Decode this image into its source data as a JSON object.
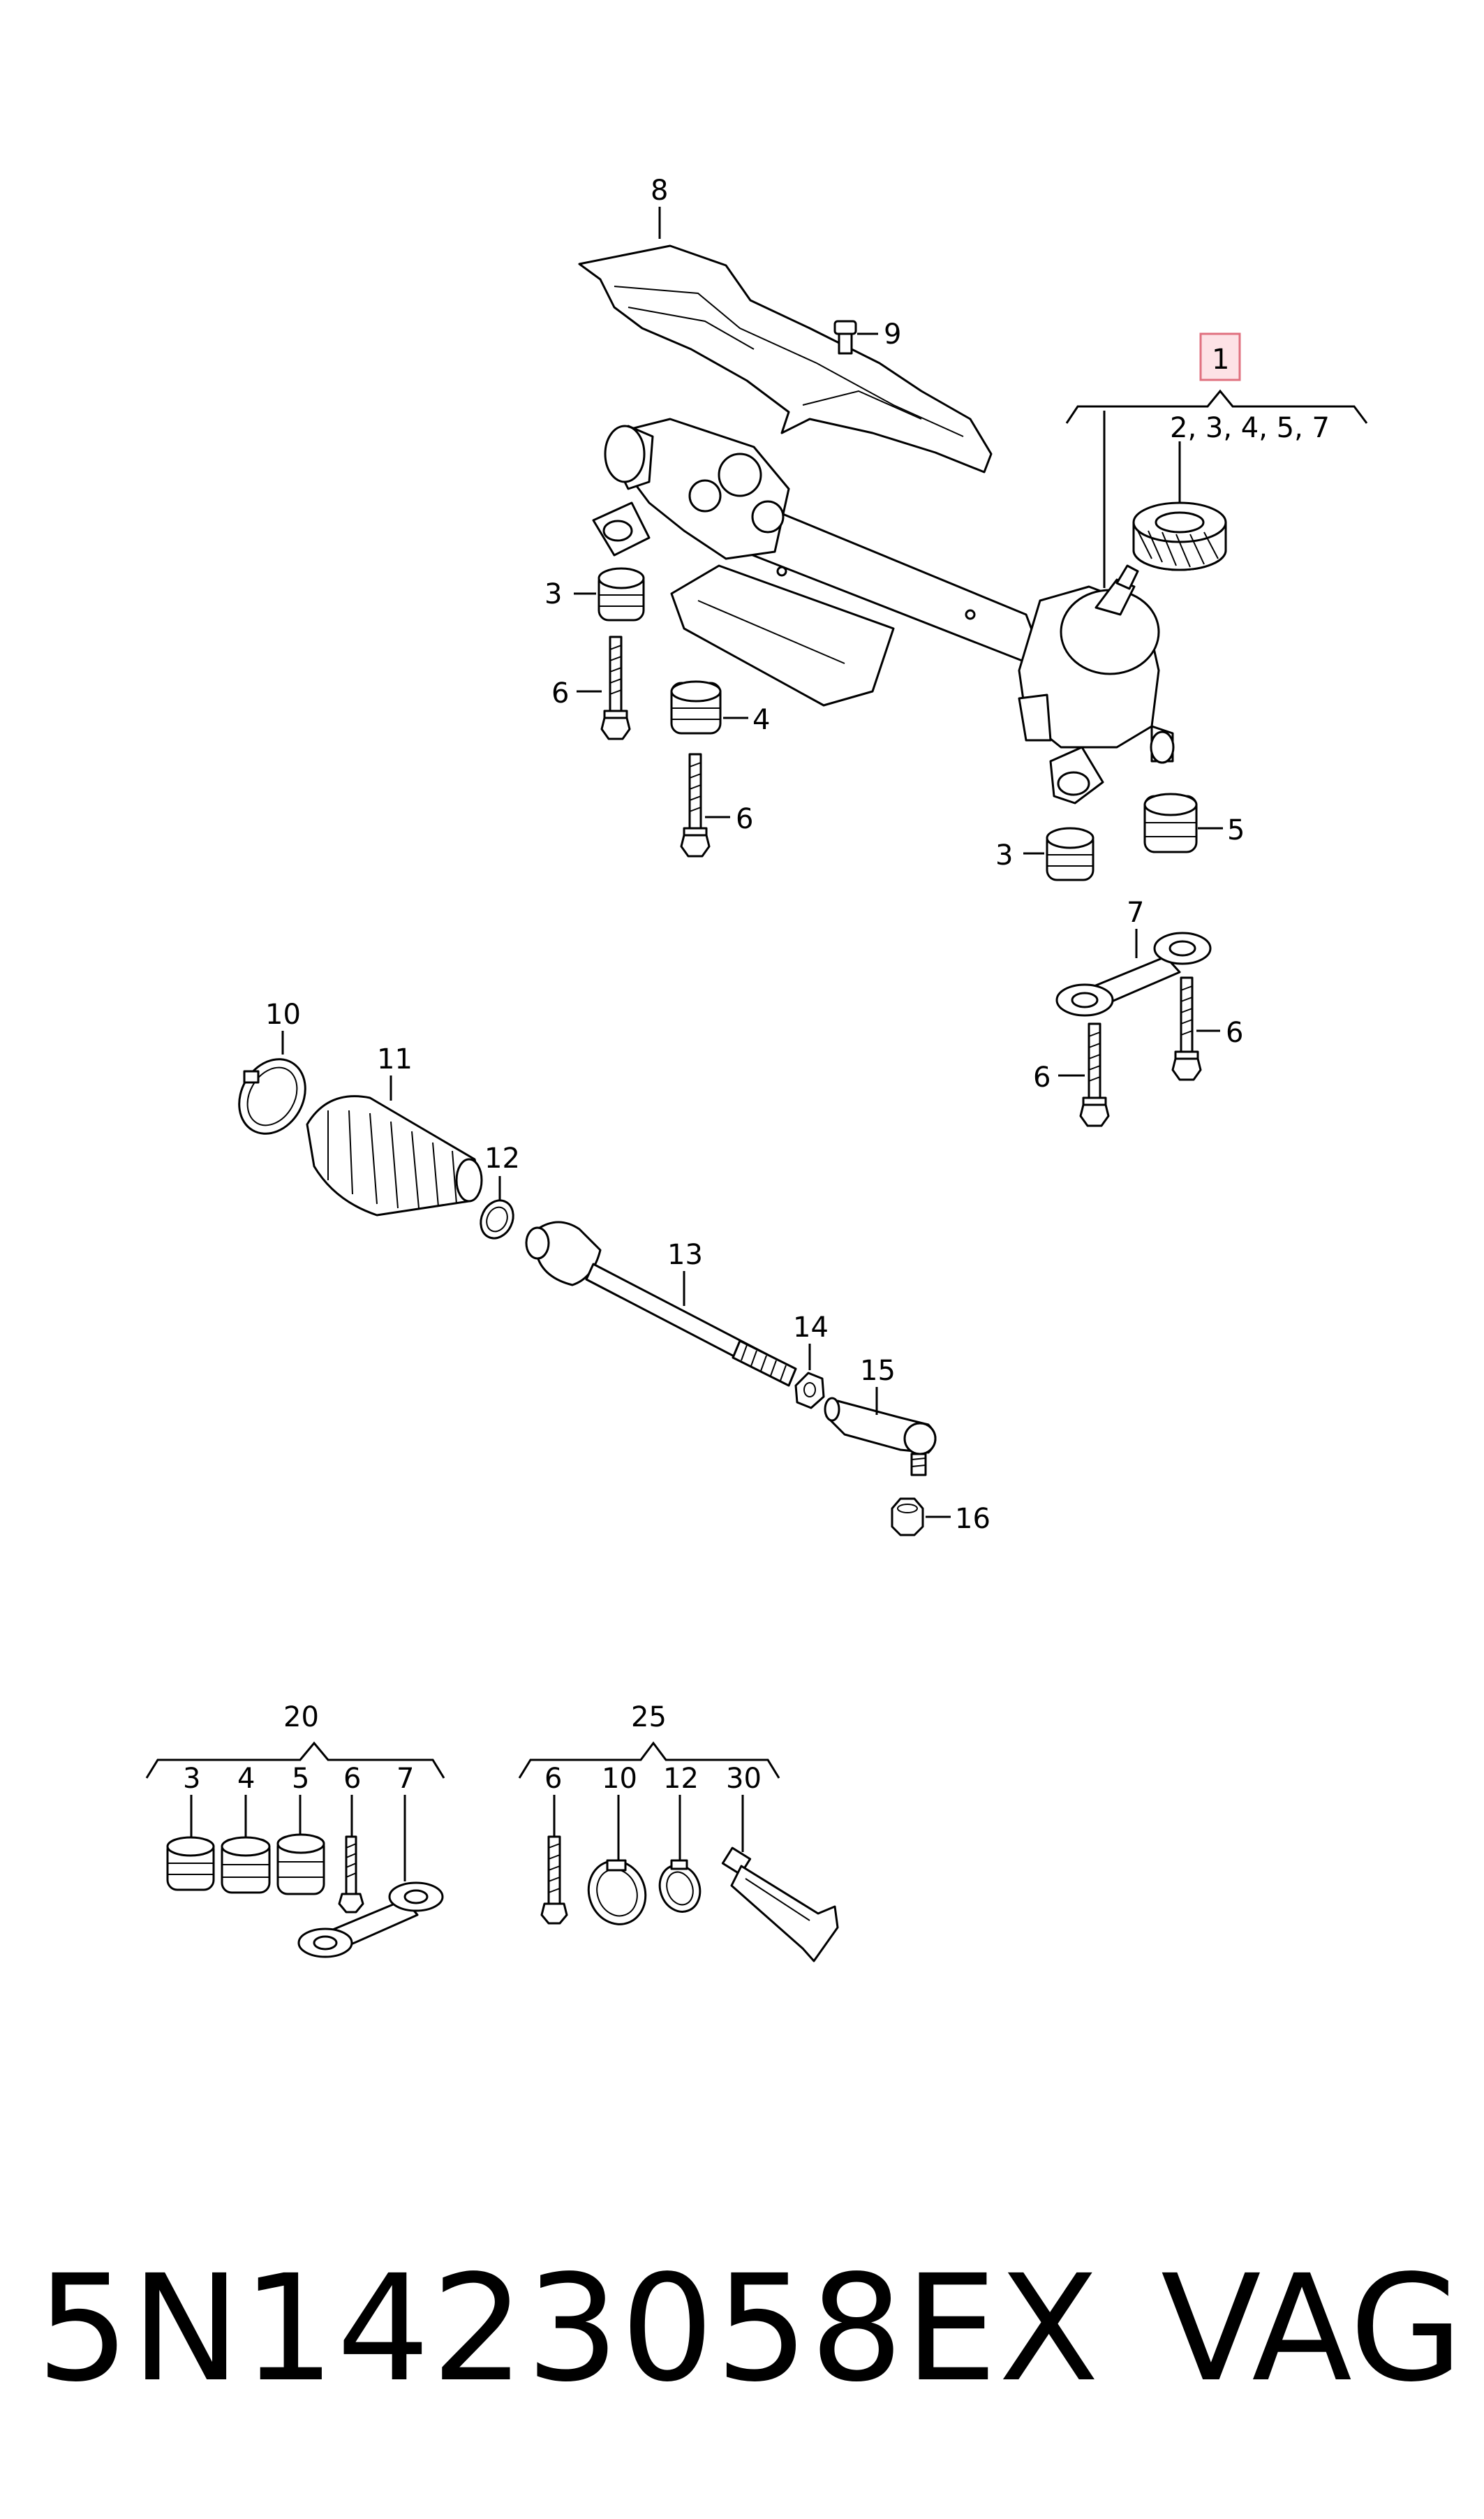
{
  "diagram": {
    "callouts": {
      "c1": "1",
      "c8": "8",
      "c9": "9",
      "c3a": "3",
      "c3b": "3",
      "c4": "4",
      "c5": "5",
      "c6a": "6",
      "c6b": "6",
      "c6c": "6",
      "c6d": "6",
      "c7": "7",
      "c10": "10",
      "c11": "11",
      "c12": "12",
      "c13": "13",
      "c14": "14",
      "c15": "15",
      "c16": "16"
    },
    "group_1_contents": "2, 3, 4, 5, 7",
    "kit_20": {
      "label": "20",
      "items": [
        "3",
        "4",
        "5",
        "6",
        "7"
      ]
    },
    "kit_25": {
      "label": "25",
      "items": [
        "6",
        "10",
        "12",
        "30"
      ]
    },
    "highlight_color": "#e0707f"
  },
  "footer": {
    "part_number": "5N1423058EX",
    "brand": "VAG"
  }
}
